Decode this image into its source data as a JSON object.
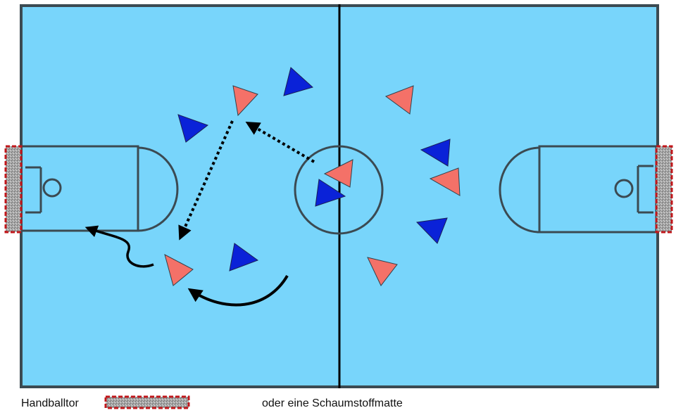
{
  "colors": {
    "floor": "#78d5fb",
    "lines": "#3b4a52",
    "center_line": "#000000",
    "team_red": "#f47168",
    "team_blue": "#0a22d8",
    "goal_border": "#c0171b",
    "goal_fill": "#9a9a9a"
  },
  "legend": {
    "goal_label": "Handballtor",
    "mat_label": "oder eine Schaumstoffmatte"
  },
  "icons": {
    "red_player": "red-triangle-player-icon",
    "blue_player": "blue-triangle-player-icon",
    "pass": "dotted-pass-arrow",
    "run": "curved-run-arrow"
  }
}
